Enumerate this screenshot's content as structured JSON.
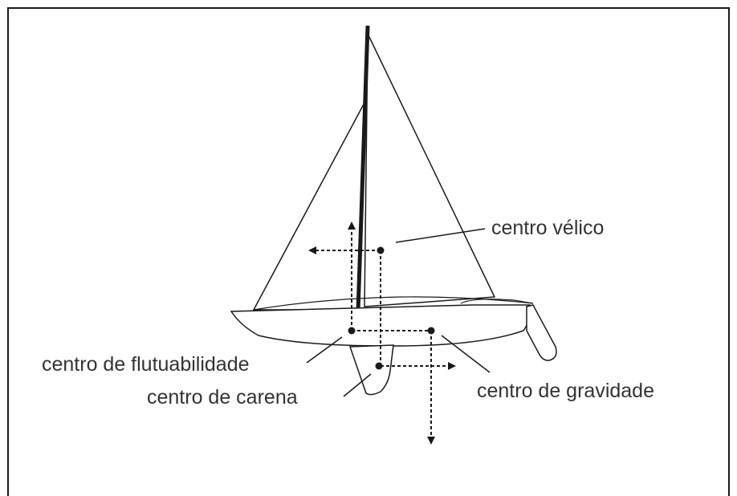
{
  "labels": {
    "centro_velico": "centro vélico",
    "centro_flutuabilidade": "centro de flutuabilidade",
    "centro_carena": "centro de carena",
    "centro_gravidade": "centro de gravidade"
  },
  "colors": {
    "stroke": "#1a1a1a",
    "text": "#333333",
    "background": "#ffffff"
  }
}
